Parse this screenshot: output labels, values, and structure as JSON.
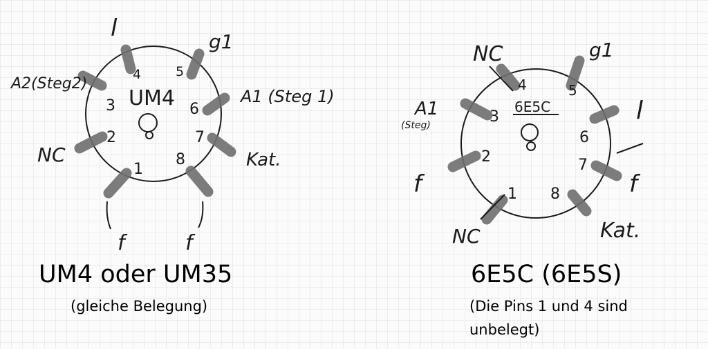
{
  "left": {
    "tube_label": "UM4",
    "pins": {
      "p1": "1",
      "p2": "2",
      "p3": "3",
      "p4": "4",
      "p5": "5",
      "p6": "6",
      "p7": "7",
      "p8": "8"
    },
    "signals": {
      "top_left": "l",
      "top_right": "g1",
      "upper_left": "A2(Steg2)",
      "upper_right": "A1 (Steg 1)",
      "mid_left": "NC",
      "mid_right": "Kat.",
      "bottom_left": "f",
      "bottom_right": "f"
    },
    "title": "UM4 oder UM35",
    "subtitle": "(gleiche Belegung)"
  },
  "right": {
    "tube_label": "6E5C",
    "pins": {
      "p1": "1",
      "p2": "2",
      "p3": "3",
      "p4": "4",
      "p5": "5",
      "p6": "6",
      "p7": "7",
      "p8": "8"
    },
    "signals": {
      "top_left": "NC",
      "top_right": "g1",
      "left_label_top": "A1",
      "left_label_bottom": "(Steg)",
      "upper_right": "l",
      "mid_left": "f",
      "mid_right": "f",
      "bottom_left": "NC",
      "bottom_right": "Kat."
    },
    "title": "6E5C (6E5S)",
    "subtitle_line1": "(Die Pins 1 und 4 sind",
    "subtitle_line2": "unbelegt)"
  }
}
